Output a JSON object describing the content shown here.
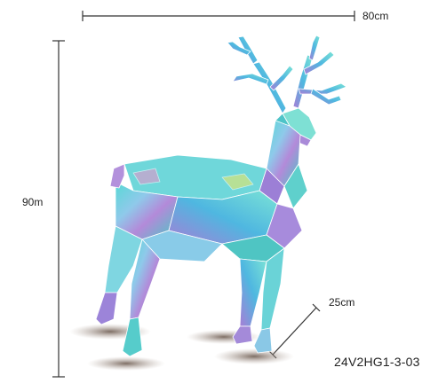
{
  "dimensions": {
    "width_label": "80cm",
    "height_label": "90m",
    "depth_label": "25cm"
  },
  "product": {
    "model_code": "24V2HG1-3-03"
  },
  "colors": {
    "dimension_line": "#333333",
    "body_teal": "#4fd6d2",
    "body_purple": "#9a7ad8",
    "body_pink": "#e58fc8",
    "body_yellow": "#e8e66a",
    "shadow": "#8a7a70"
  },
  "image": {
    "subject": "deer-sculpture"
  }
}
